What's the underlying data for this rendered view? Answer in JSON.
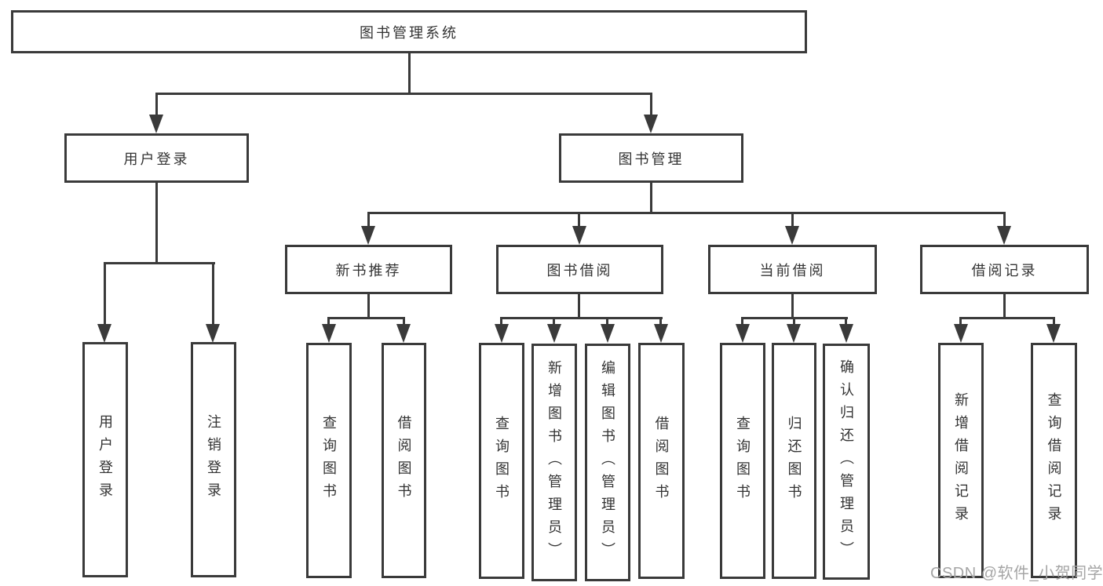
{
  "diagram": {
    "title": "图书管理系统",
    "level2": [
      {
        "label": "用户登录"
      },
      {
        "label": "图书管理"
      }
    ],
    "level3": [
      {
        "label": "新书推荐"
      },
      {
        "label": "图书借阅"
      },
      {
        "label": "当前借阅"
      },
      {
        "label": "借阅记录"
      }
    ],
    "leaves": {
      "user_login": [
        "用户登录",
        "注销登录"
      ],
      "new_book": [
        "查询图书",
        "借阅图书"
      ],
      "book_borrow": [
        "查询图书",
        "新增图书（管理员）",
        "编辑图书（管理员）",
        "借阅图书"
      ],
      "current_borrow": [
        "查询图书",
        "归还图书",
        "确认归还（管理员）"
      ],
      "borrow_record": [
        "新增借阅记录",
        "查询借阅记录"
      ]
    }
  },
  "watermark": "CSDN @软件_小贺同学",
  "colors": {
    "line": "#3a3a3a",
    "text": "#333333",
    "watermark": "#a5a5a5",
    "background": "#ffffff"
  }
}
